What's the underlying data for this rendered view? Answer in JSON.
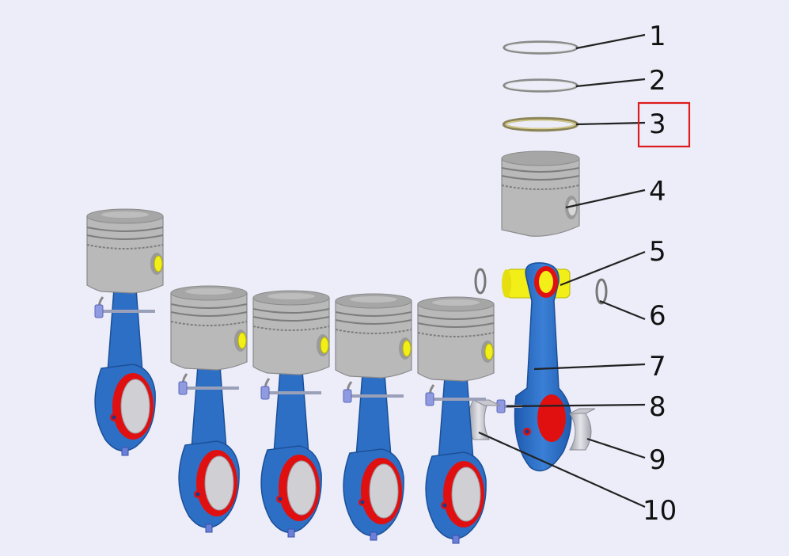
{
  "diagram": {
    "callouts": [
      {
        "number": "1",
        "part": "piston-ring-top",
        "highlighted": false
      },
      {
        "number": "2",
        "part": "piston-ring-second",
        "highlighted": false
      },
      {
        "number": "3",
        "part": "oil-control-ring",
        "highlighted": true
      },
      {
        "number": "4",
        "part": "piston",
        "highlighted": false
      },
      {
        "number": "5",
        "part": "piston-pin",
        "highlighted": false
      },
      {
        "number": "6",
        "part": "circlip",
        "highlighted": false
      },
      {
        "number": "7",
        "part": "connecting-rod",
        "highlighted": false
      },
      {
        "number": "8",
        "part": "rod-bolt",
        "highlighted": false
      },
      {
        "number": "9",
        "part": "bearing-shell-lower",
        "highlighted": false
      },
      {
        "number": "10",
        "part": "bearing-shell-upper",
        "highlighted": false
      }
    ],
    "assembly_count": 5
  },
  "colors": {
    "background": "#ecedf9",
    "highlight_box": "#e01b1b",
    "rod_blue": "#2e6fc6",
    "piston_grey": "#b9b9b9",
    "pin_yellow": "#f2ee18",
    "bearing_red": "#e01010"
  }
}
